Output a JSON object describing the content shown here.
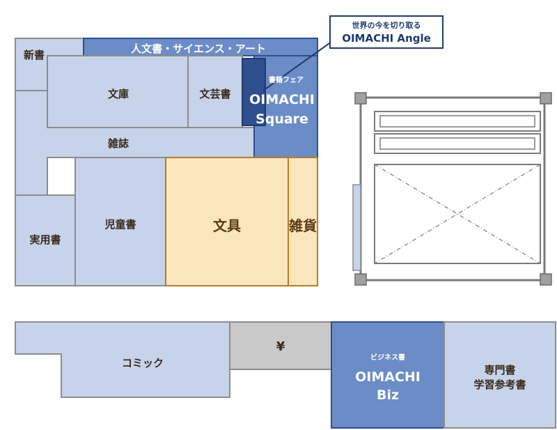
{
  "colors": {
    "section_fill": "#c7d3ea",
    "section_stroke": "#8c8c8c",
    "featured_fill": "#6b8cc7",
    "featured_stroke": "#2e4e8f",
    "angle_fill": "#2f4f8e",
    "stationery_fill": "#f9e6bd",
    "stationery_stroke": "#b87a2a",
    "register_fill": "#c9c9c9",
    "label_dark": "#3a2a1a",
    "label_light": "#ffffff",
    "callout_border": "#1f3b6e"
  },
  "sections": {
    "shinsho": "新書",
    "jinbun": "人文書・サイエンス・アート",
    "bunko": "文庫",
    "bungei": "文芸書",
    "zasshi": "雑誌",
    "jitsuyo": "実用書",
    "jido": "児童書",
    "bungu": "文具",
    "zakka": "雑貨",
    "comic": "コミック",
    "register": "¥",
    "senmon": "専門書\n学習参考書"
  },
  "square": {
    "subtitle": "書籍フェア",
    "title_line1": "OIMACHI",
    "title_line2": "Square"
  },
  "biz": {
    "subtitle": "ビジネス書",
    "title_line1": "OIMACHI",
    "title_line2": "Biz"
  },
  "callout": {
    "subtitle": "世界の今を切り取る",
    "title": "OIMACHI Angle"
  },
  "icons": {
    "escalator": "escalator-icon",
    "elevator": "elevator-icon"
  }
}
